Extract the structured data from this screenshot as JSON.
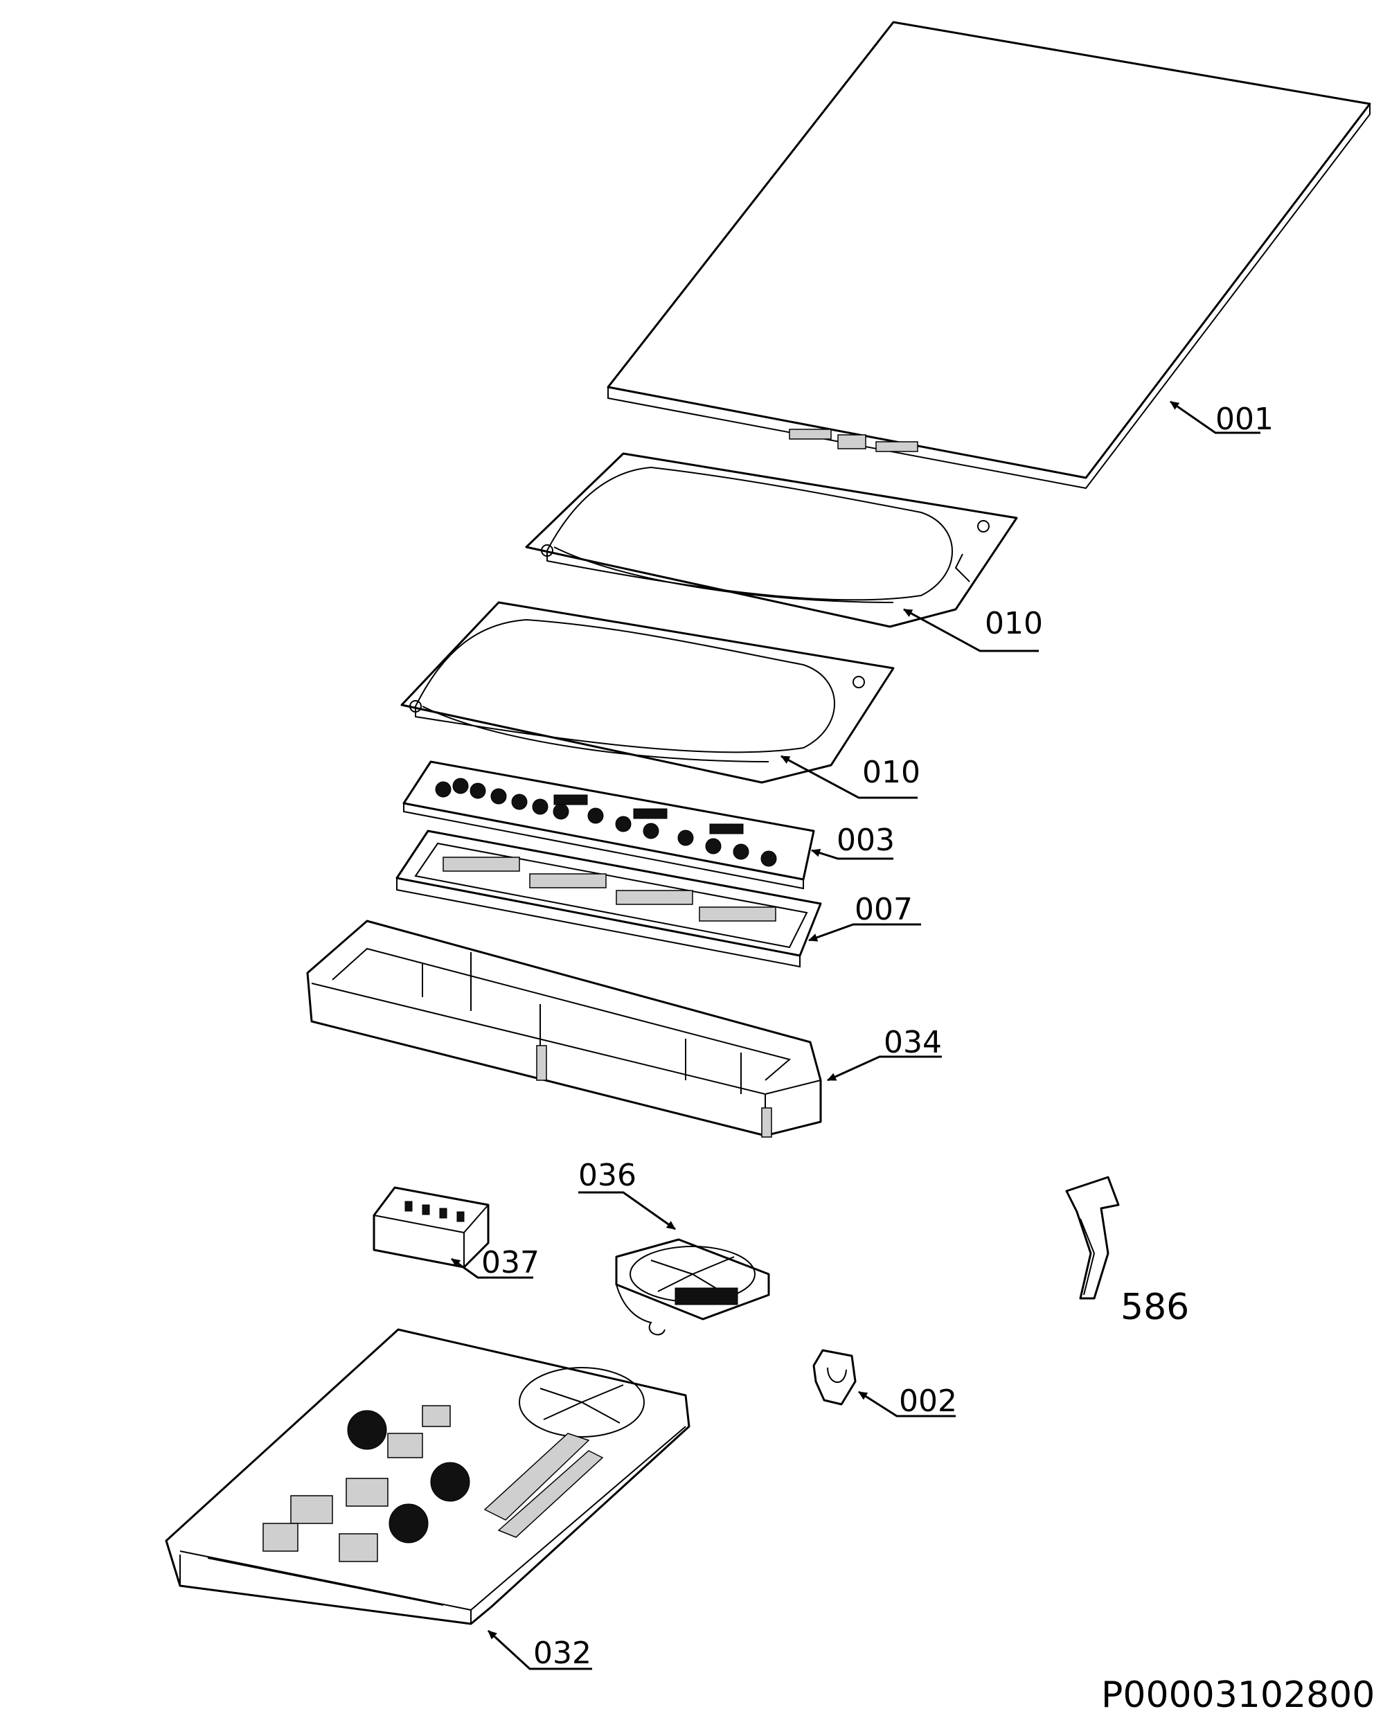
{
  "labels": {
    "p001": "001",
    "p010a": "010",
    "p010b": "010",
    "p003": "003",
    "p007": "007",
    "p034": "034",
    "p036": "036",
    "p037": "037",
    "p586": "586",
    "p002": "002",
    "p032": "032"
  },
  "reference": "P00003102800"
}
